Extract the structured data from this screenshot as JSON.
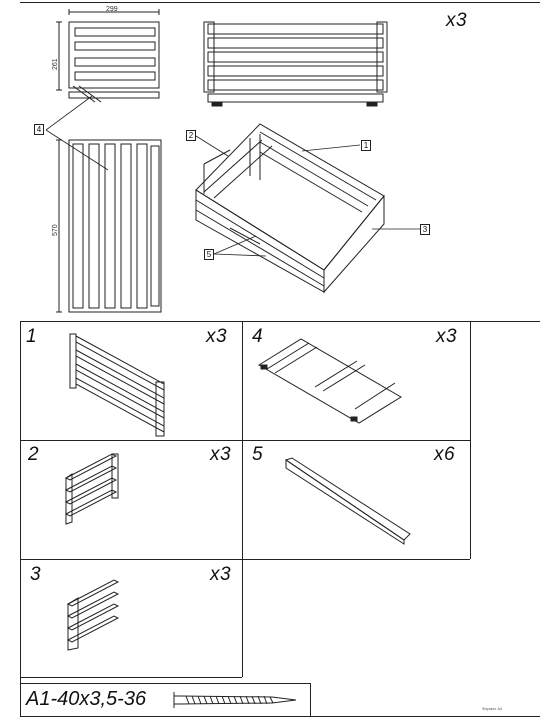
{
  "header": {
    "total_quantity": "x3",
    "dimensions": {
      "width": "299",
      "height": "261",
      "length": "570"
    },
    "callouts": [
      "1",
      "2",
      "3",
      "4",
      "5"
    ]
  },
  "parts": [
    {
      "number": "1",
      "quantity": "x3"
    },
    {
      "number": "4",
      "quantity": "x3"
    },
    {
      "number": "2",
      "quantity": "x3"
    },
    {
      "number": "5",
      "quantity": "x6"
    },
    {
      "number": "3",
      "quantity": "x3"
    }
  ],
  "fastener": {
    "spec": "A1-40x3,5-36",
    "icon": "screw-icon"
  },
  "footer": {
    "format": "Формат А4"
  },
  "colors": {
    "line": "#222222",
    "background": "#ffffff"
  }
}
